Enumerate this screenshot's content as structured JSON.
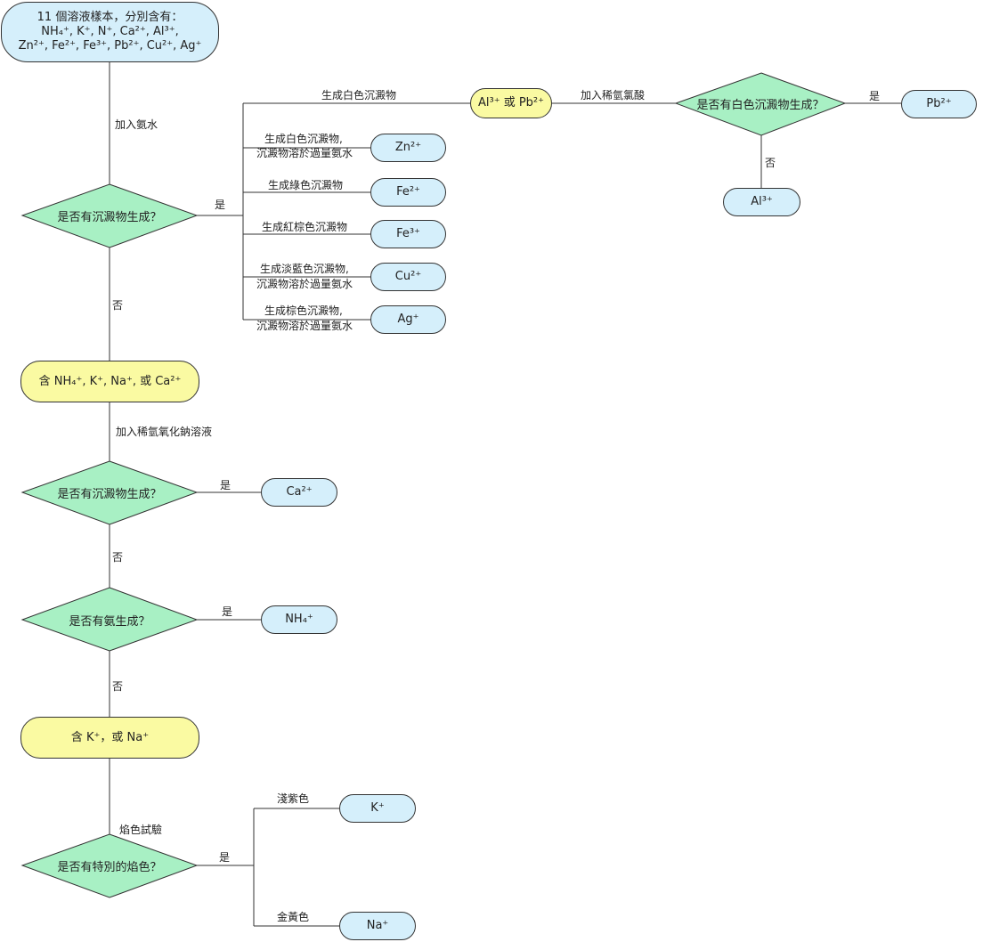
{
  "start": {
    "line1": "11 個溶液樣本，分別含有：",
    "line2": "NH₄⁺, K⁺, N⁺, Ca²⁺, Al³⁺,",
    "line3": "Zn²⁺, Fe²⁺, Fe³⁺, Pb²⁺, Cu²⁺, Ag⁺"
  },
  "decisions": {
    "d1": "是否有沉澱物生成？",
    "d2": "是否有白色沉澱物生成？",
    "d3": "是否有沉澱物生成？",
    "d4": "是否有氨生成？",
    "d5": "是否有特別的焰色？"
  },
  "groups": {
    "al_pb": "Al³⁺ 或 Pb²⁺",
    "g1": "含 NH₄⁺, K⁺, Na⁺, 或 Ca²⁺",
    "g2": "含 K⁺，或 Na⁺"
  },
  "ions": {
    "pb": "Pb²⁺",
    "al": "Al³⁺",
    "zn": "Zn²⁺",
    "fe2": "Fe²⁺",
    "fe3": "Fe³⁺",
    "cu": "Cu²⁺",
    "ag": "Ag⁺",
    "ca": "Ca²⁺",
    "nh4": "NH₄⁺",
    "k": "K⁺",
    "na": "Na⁺"
  },
  "labels": {
    "add_ammonia": "加入氨水",
    "yes": "是",
    "no": "否",
    "white_ppt": "生成白色沉澱物",
    "white_ppt_dissolve_1": "生成白色沉澱物,",
    "white_ppt_dissolve_2": "沉澱物溶於過量氨水",
    "green_ppt": "生成綠色沉澱物",
    "red_brown_ppt": "生成紅棕色沉澱物",
    "light_blue_ppt_1": "生成淡藍色沉澱物,",
    "light_blue_ppt_2": "沉澱物溶於過量氨水",
    "brown_ppt_1": "生成棕色沉澱物,",
    "brown_ppt_2": "沉澱物溶於過量氨水",
    "add_dilute_hcl": "加入稀氫氯酸",
    "add_dilute_naoh": "加入稀氫氧化鈉溶液",
    "flame_test": "焰色試驗",
    "lilac": "淺紫色",
    "golden_yellow": "金黃色"
  },
  "colors": {
    "decision_fill": "#a8f0c4",
    "ion_fill": "#d5effb",
    "group_fill": "#fafaa2",
    "line": "#333333"
  }
}
